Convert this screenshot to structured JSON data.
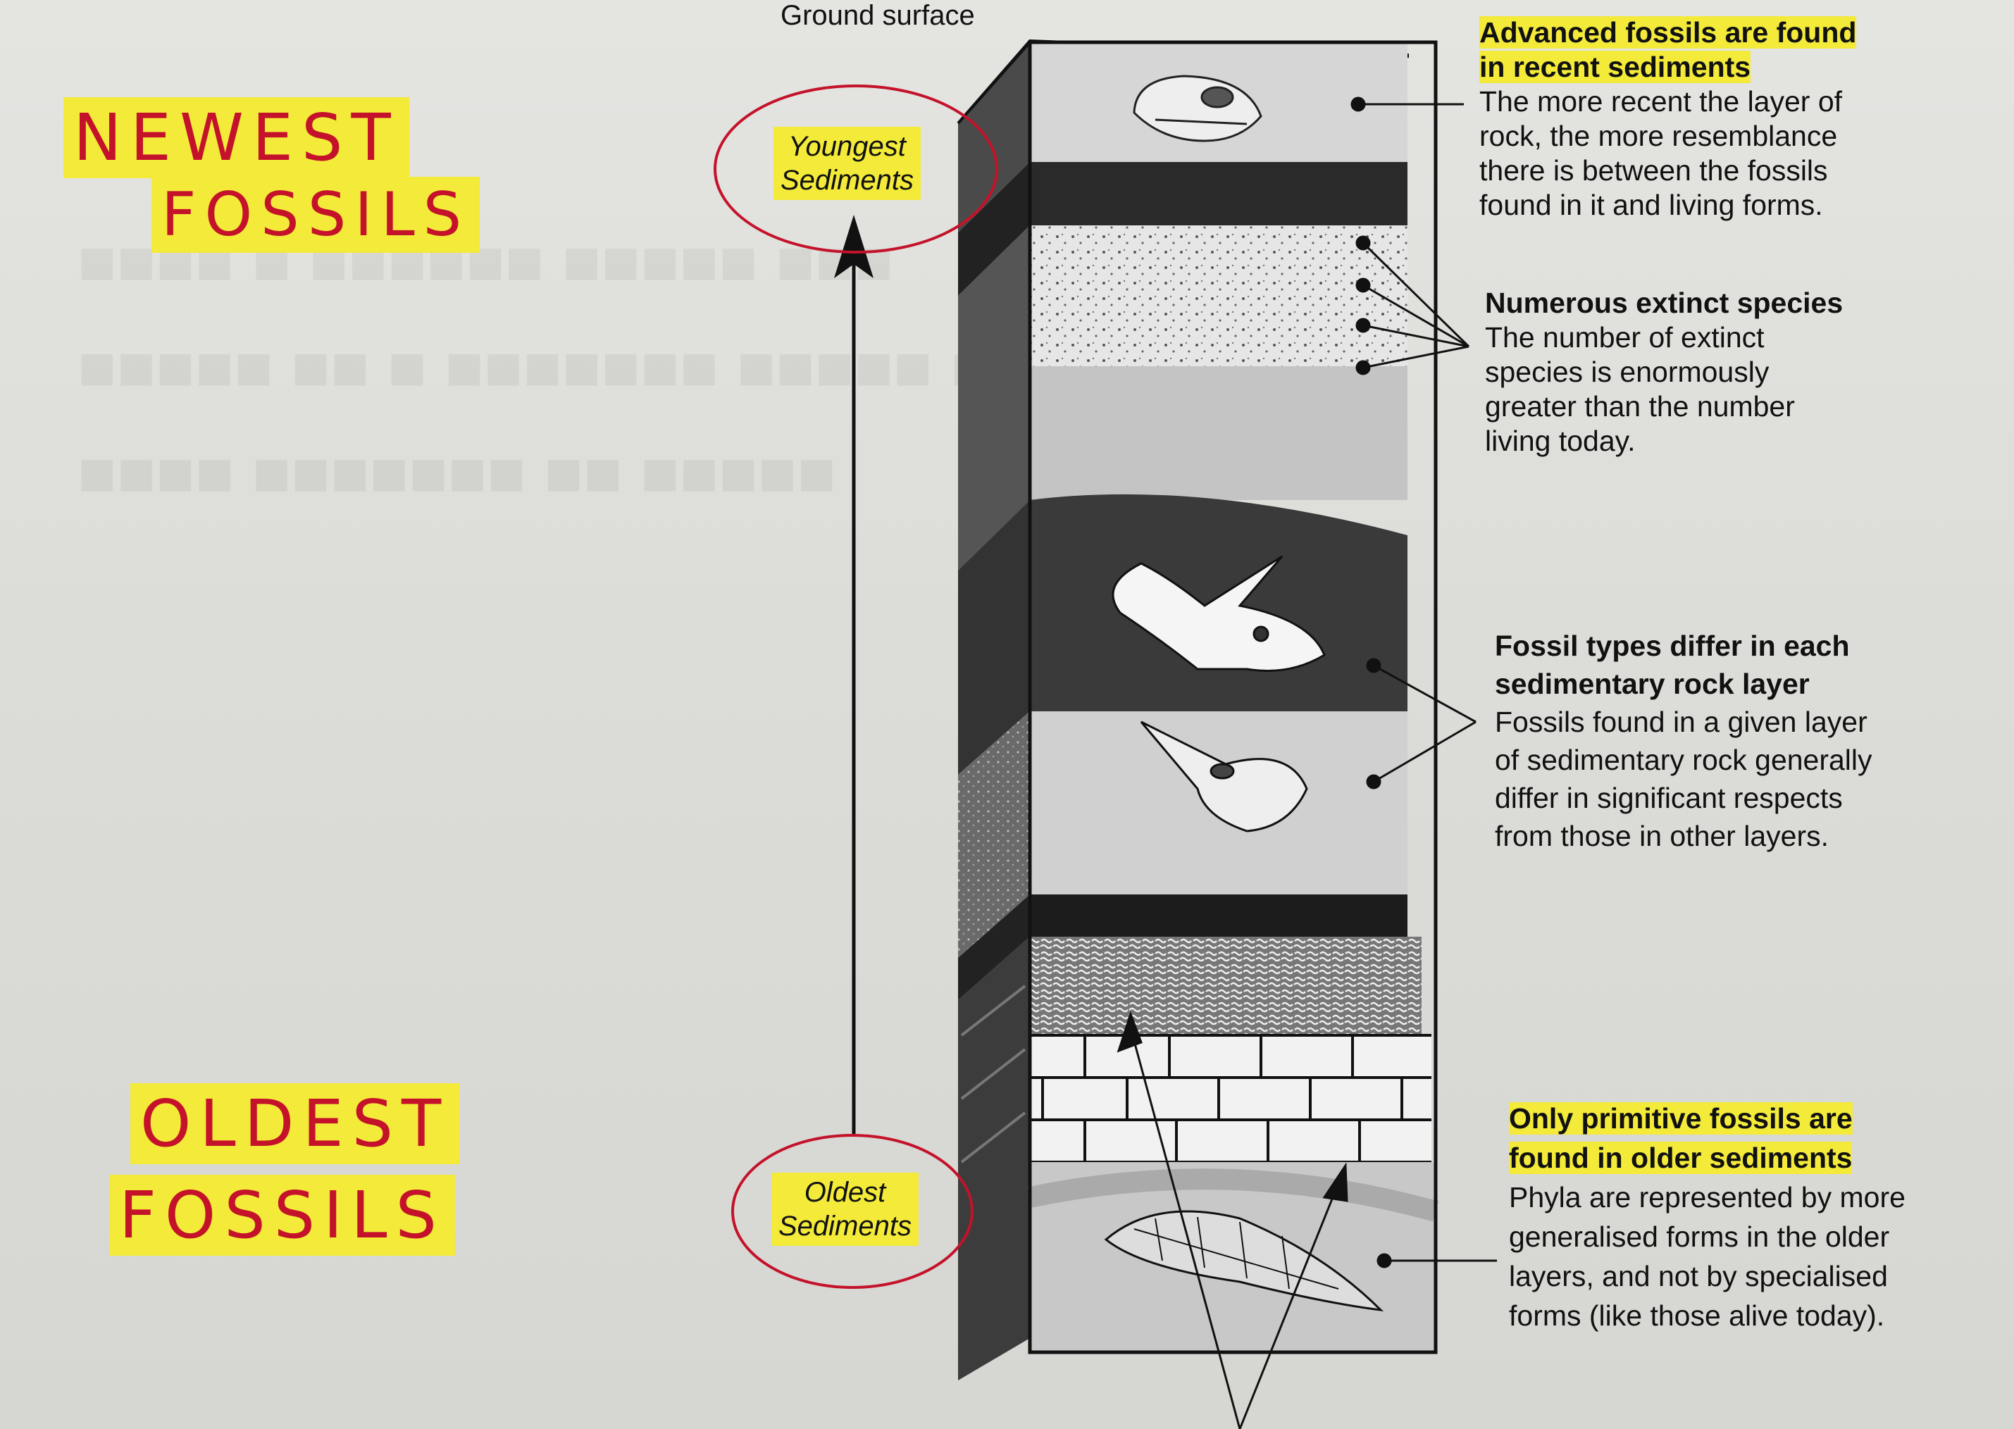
{
  "ground_label": "Ground surface",
  "handwritten": {
    "top_line1": "NEWEST",
    "top_line2": "FOSSILS",
    "bottom_line1": "OLDEST",
    "bottom_line2": "FOSSILS"
  },
  "sediments": {
    "youngest_line1": "Youngest",
    "youngest_line2": "Sediments",
    "oldest_line1": "Oldest",
    "oldest_line2": "Sediments"
  },
  "annotations": {
    "advanced": {
      "heading_line1": "Advanced fossils are found",
      "heading_line2": "in recent sediments",
      "body": [
        "The more recent the layer of",
        "rock, the more resemblance",
        "there is between the fossils",
        "found in it and living forms."
      ]
    },
    "extinct": {
      "heading": "Numerous extinct species",
      "body": [
        "The number of extinct",
        "species is enormously",
        "greater than the number",
        "living today."
      ]
    },
    "types": {
      "heading_line1": "Fossil types differ in each",
      "heading_line2": "sedimentary rock layer",
      "body": [
        "Fossils found in a given layer",
        "of sedimentary rock generally",
        "differ in significant respects",
        "from those in other layers."
      ]
    },
    "primitive": {
      "heading_line1": "Only primitive fossils are",
      "heading_line2": "found in older sediments",
      "body": [
        "Phyla are represented by more",
        "generalised forms in the older",
        "layers, and not by specialised",
        "forms (like those alive today)."
      ]
    }
  },
  "colors": {
    "highlighter": "#f3ea3a",
    "red_pen": "#c4122a"
  }
}
